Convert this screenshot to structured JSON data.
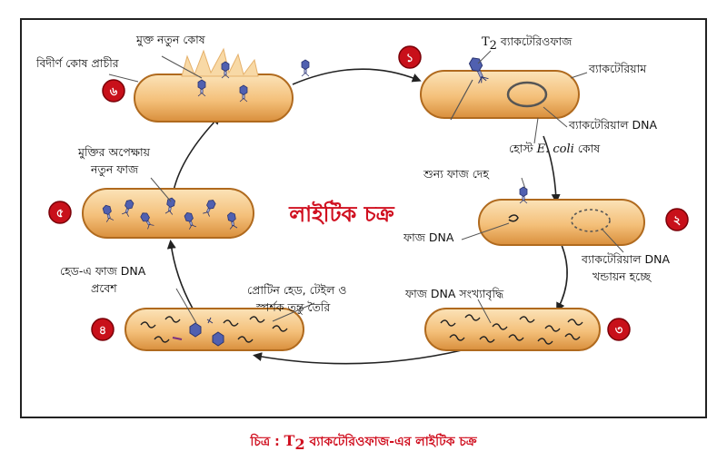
{
  "colors": {
    "cell_fill": "#f6c98a",
    "cell_edge": "#b06a1e",
    "badge": "#c8101a",
    "accent_text": "#d01020",
    "phage": "#4a5aa8"
  },
  "center_title": "লাইটিক চক্র",
  "stage_numbers": [
    "১",
    "২",
    "৩",
    "৪",
    "৫",
    "৬"
  ],
  "labels": {
    "t2_prefix": "T",
    "t2_sub": "2",
    "t2_rest": " ব্যাকটেরিওফাজ",
    "bacterium": "ব্যাকটেরিয়াম",
    "bacterial_dna": "ব্যাকটেরিয়াল DNA",
    "host_prefix": "হোস্ট ",
    "host_italic": "E. coli",
    "host_suffix": " কোষ",
    "empty_phage": "শুন্য ফাজ দেহ",
    "phage_dna": "ফাজ DNA",
    "dna_breaking_1": "ব্যাকটেরিয়াল DNA",
    "dna_breaking_2": "খন্ডায়ন হচ্ছে",
    "replication": "ফাজ DNA সংখ্যাবৃদ্ধি",
    "protein_1": "প্রোটিন হেড, টেইল ও",
    "protein_2": "স্পর্শক তন্তু তৈরি",
    "head_dna_1": "হেড-এ ফাজ DNA",
    "head_dna_2": "প্রবেশ",
    "waiting_1": "মুক্তির অপেক্ষায়",
    "waiting_2": "নতুন ফাজ",
    "free_cells": "মুক্ত নতুন কোষ",
    "burst_wall": "বিদীর্ণ কোষ প্রাচীর"
  },
  "caption": {
    "prefix": "চিত্র : ",
    "t": "T",
    "sub": "2",
    "rest": " ব্যাকটেরিওফাজ-এর লাইটিক চক্র"
  }
}
